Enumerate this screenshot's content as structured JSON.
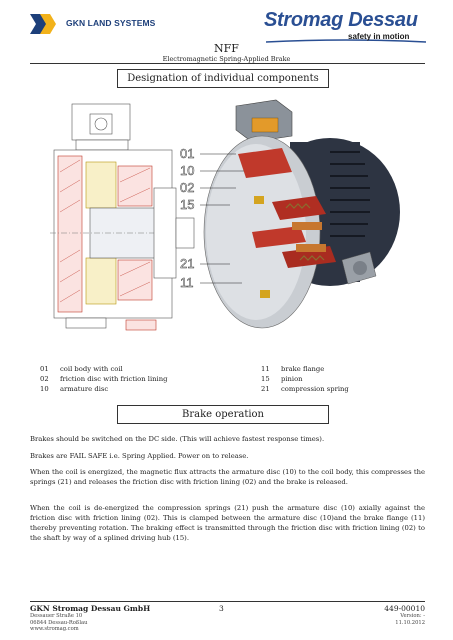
{
  "header": {
    "left_company": "GKN LAND SYSTEMS",
    "right_brand": "Stromag Dessau",
    "right_tagline": "safety in motion",
    "doc_title": "NFF",
    "doc_subtitle": "Electromagnetic Spring-Applied Brake"
  },
  "section1": {
    "title": "Designation of individual components"
  },
  "figure": {
    "callouts_upper": [
      "01",
      "10",
      "02",
      "15"
    ],
    "callouts_lower": [
      "21",
      "11"
    ]
  },
  "legend": {
    "left": [
      {
        "num": "01",
        "label": "coil body with coil"
      },
      {
        "num": "02",
        "label": "friction disc with friction lining"
      },
      {
        "num": "10",
        "label": "armature disc"
      }
    ],
    "right": [
      {
        "num": "11",
        "label": "brake flange"
      },
      {
        "num": "15",
        "label": "pinion"
      },
      {
        "num": "21",
        "label": "compression spring"
      }
    ]
  },
  "section2": {
    "title": "Brake operation"
  },
  "paragraphs": [
    "Brakes should be switched on the DC side. (This will achieve fastest response times).",
    "Brakes are FAIL SAFE i.e. Spring Applied. Power on to release.",
    "When the coil is energized, the magnetic flux attracts the armature disc (10) to the coil body, this compresses the springs (21) and releases the friction disc with friction lining (02) and the brake is released.",
    "When the coil is de-energized the compression springs (21) push the armature disc (10) axially against the friction disc with friction lining (02). This is clamped between the armature disc (10)and the brake flange (11) thereby preventing rotation. The braking effect is transmitted through the friction disc with friction lining (02) to the shaft by way of a splined driving hub (15)."
  ],
  "footer": {
    "company": "GKN Stromag Dessau GmbH",
    "address1": "Dessauer Straße 10",
    "address2": "06844 Dessau-Roßlau",
    "website": "www.stromag.com",
    "page": "3",
    "doc_number": "449-00010",
    "version": "Version: -",
    "date": "11.10.2012"
  },
  "colors": {
    "gkn_blue": "#1d3f7a",
    "gkn_yellow": "#f2b21b",
    "stromag_blue": "#2a4f93",
    "cutaway_red": "#c0392b"
  }
}
